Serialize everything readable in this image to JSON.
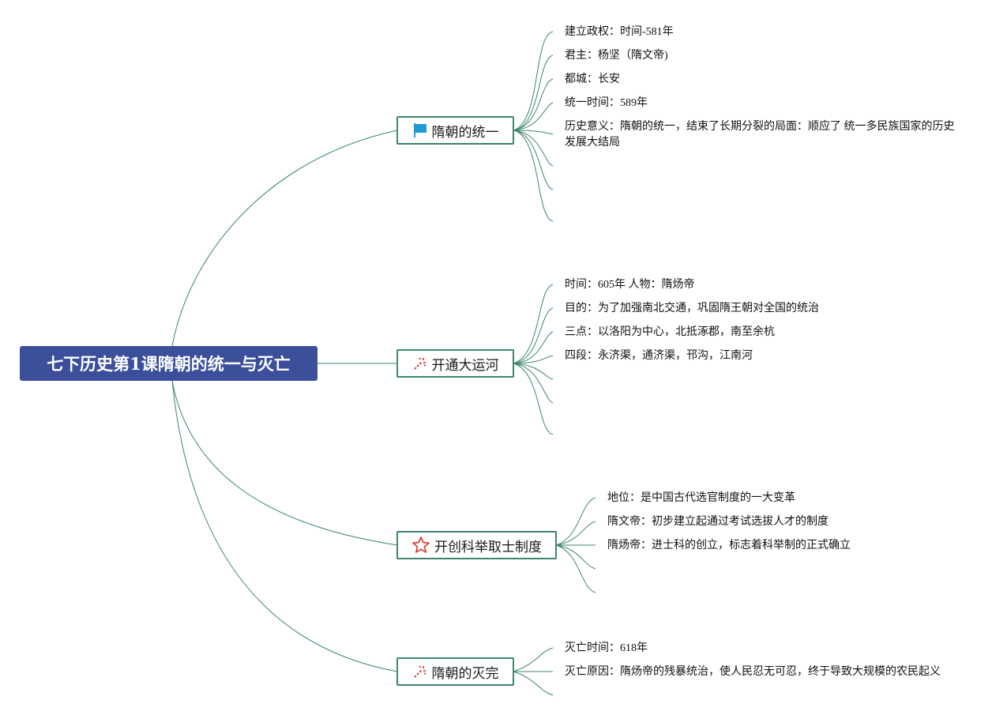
{
  "root": {
    "title": "七下历史第1课隋朝的统一与灭亡"
  },
  "topics": [
    {
      "label": "隋朝的统一",
      "icon": "flag-icon",
      "items": [
        "建立政权：时间-581年",
        "君主：杨坚（隋文帝)",
        "都城：长安",
        "统一时间：589年",
        "历史意义：隋朝的统一，结束了长期分裂的局面：顺应了 统一多民族国家的历史发展大结局"
      ]
    },
    {
      "label": "开通大运河",
      "icon": "magic-wand-icon",
      "items": [
        "时间：605年 人物：隋炀帝",
        "目的：为了加强南北交通，巩固隋王朝对全国的统治",
        "三点：以洛阳为中心，北抵涿郡，南至余杭",
        "四段：永济渠，通济渠，邗沟，江南河"
      ]
    },
    {
      "label": "开创科举取士制度",
      "icon": "star-icon",
      "items": [
        "地位：是中国古代选官制度的一大变革",
        "隋文帝：初步建立起通过考试选拔人才的制度",
        "隋炀帝：进士科的创立，标志着科举制的正式确立"
      ]
    },
    {
      "label": "隋朝的灭完",
      "icon": "magic-wand-icon",
      "items": [
        "灭亡时间：618年",
        "灭亡原因：隋炀帝的残暴统治，使人民忍无可忍，终于导致大规模的农民起义"
      ]
    }
  ],
  "colors": {
    "root_bg": "#3b4f9b",
    "line": "#3e8471",
    "flag": "#1e9ad6",
    "icon_red": "#d9312b"
  }
}
